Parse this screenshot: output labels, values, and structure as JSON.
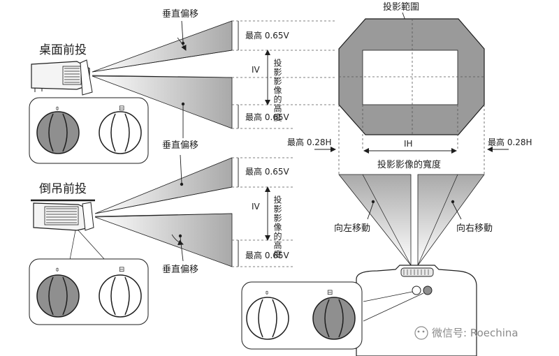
{
  "sections": {
    "front": "桌面前投",
    "ceiling": "倒吊前投"
  },
  "shift_labels": {
    "vertical_1": "垂直偏移",
    "vertical_2": "垂直偏移",
    "vertical_3": "垂直偏移",
    "left": "向左移動",
    "right": "向右移動"
  },
  "measures": {
    "max_v_1": "最高 0.65V",
    "max_v_2": "最高 0.65V",
    "max_v_3": "最高 0.65V",
    "max_v_4": "最高 0.65V",
    "iv_1": "IV",
    "iv_2": "IV",
    "image_height_1": "投影影像的高度",
    "image_height_2": "投影影像的高度",
    "max_h_left": "最高 0.28H",
    "max_h_right": "最高 0.28H",
    "ih": "IH",
    "image_width": "投影影像的寬度"
  },
  "range_title": "投影範圍",
  "watermark": "微信号: Roechina",
  "colors": {
    "line": "#1e1e1e",
    "fill_gray": "#9a9a9a",
    "beam_gray": "#b4b4b4",
    "dashed": "#555555"
  }
}
